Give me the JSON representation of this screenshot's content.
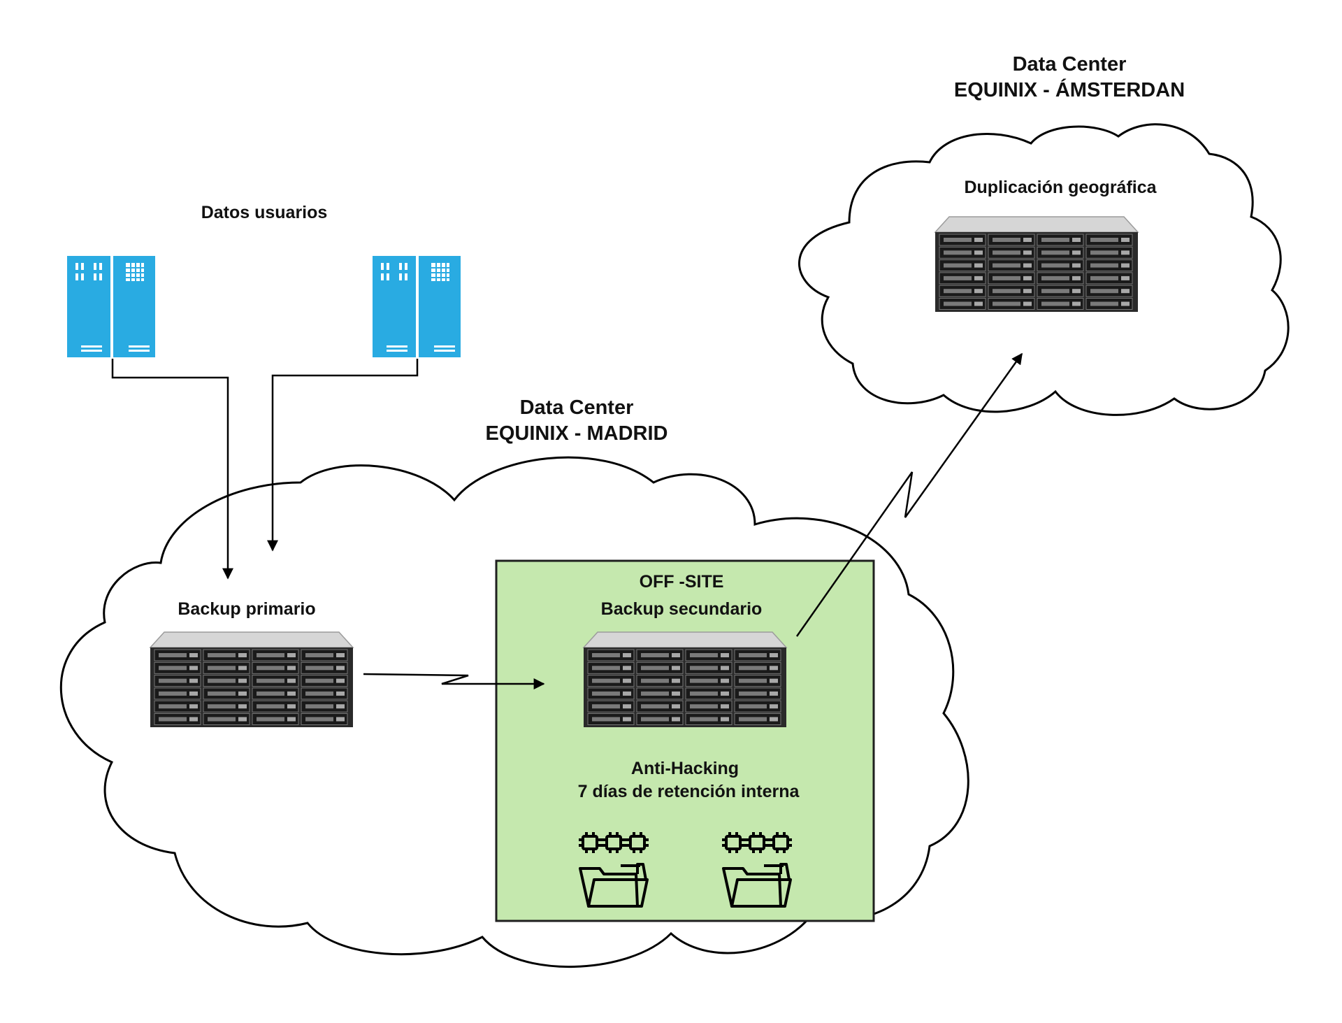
{
  "colors": {
    "cloud_stroke": "#000000",
    "offsite_fill": "#c5e8ae",
    "offsite_stroke": "#1f1f1f",
    "user_server_fill": "#29abe2",
    "nas_chassis": "#2a2a2a",
    "nas_top": "#d9d9d9",
    "arrow": "#000000"
  },
  "labels": {
    "amsterdam_title": "Data Center",
    "amsterdam_subtitle": "EQUINIX  - ÁMSTERDAN",
    "geo_dup": "Duplicación geográfica",
    "user_data": "Datos usuarios",
    "madrid_title": "Data Center",
    "madrid_subtitle": "EQUINIX  - MADRID",
    "backup_primary": "Backup primario",
    "offsite": "OFF -SITE",
    "backup_secondary": "Backup secundario",
    "anti_hacking": "Anti-Hacking",
    "retention": "7 días de retención interna"
  },
  "icons": {
    "user_server_left": "user-server-icon",
    "user_server_right": "user-server-icon",
    "nas_primary": "nas-storage-icon",
    "nas_secondary": "nas-storage-icon",
    "nas_geo": "nas-storage-icon",
    "snapshot_left": "snapshot-folder-icon",
    "snapshot_right": "snapshot-folder-icon"
  }
}
